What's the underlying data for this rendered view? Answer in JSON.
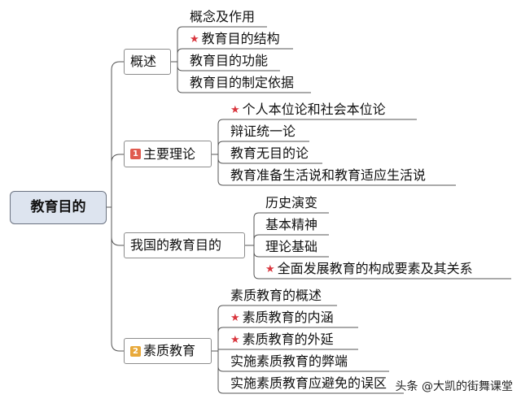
{
  "root": {
    "label": "教育目的"
  },
  "branches": [
    {
      "label": "概述",
      "children": [
        {
          "label": "概念及作用",
          "star": false
        },
        {
          "label": "教育目的结构",
          "star": true
        },
        {
          "label": "教育目的功能",
          "star": false
        },
        {
          "label": "教育目的制定依据",
          "star": false
        }
      ]
    },
    {
      "label": "主要理论",
      "badge": {
        "text": "1",
        "color": "#e05a4f"
      },
      "children": [
        {
          "label": "个人本位论和社会本位论",
          "star": true
        },
        {
          "label": "辩证统一论",
          "star": false
        },
        {
          "label": "教育无目的论",
          "star": false
        },
        {
          "label": "教育准备生活说和教育适应生活说",
          "star": false
        }
      ]
    },
    {
      "label": "我国的教育目的",
      "children": [
        {
          "label": "历史演变",
          "star": false
        },
        {
          "label": "基本精神",
          "star": false
        },
        {
          "label": "理论基础",
          "star": false
        },
        {
          "label": "全面发展教育的构成要素及其关系",
          "star": true
        }
      ]
    },
    {
      "label": "素质教育",
      "badge": {
        "text": "2",
        "color": "#e8a93a"
      },
      "children": [
        {
          "label": "素质教育的概述",
          "star": false
        },
        {
          "label": "素质教育的内涵",
          "star": true
        },
        {
          "label": "素质教育的外延",
          "star": true
        },
        {
          "label": "实施素质教育的弊端",
          "star": false
        },
        {
          "label": "实施素质教育应避免的误区",
          "star": false
        }
      ]
    }
  ],
  "watermark": "头条 @大凯的街舞课堂",
  "colors": {
    "star": "#d9363e",
    "line": "#555555",
    "root_fill": "#dde4ef"
  }
}
